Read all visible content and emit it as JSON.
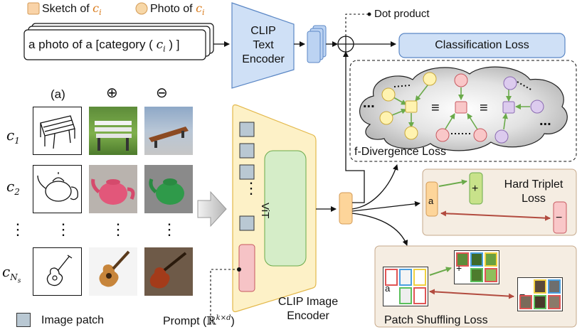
{
  "legend": {
    "sketch_prefix": "Sketch of",
    "photo_prefix": "Photo of",
    "var": "c",
    "var_sub": "i",
    "image_patch": "Image patch",
    "prompt_prefix": "Prompt",
    "prompt_math": "ℝ",
    "prompt_sup": "k×d"
  },
  "text_prompt": {
    "prefix": "a photo of a [category (",
    "var": "c",
    "sub": "i",
    "suffix": ") ]"
  },
  "text_encoder": {
    "line1": "CLIP",
    "line2": "Text",
    "line3": "Encoder"
  },
  "dot_product": "Dot product",
  "classification_loss": "Classification Loss",
  "fdiv": {
    "label": "f-Divergence Loss",
    "ellipsis": "...",
    "equiv": "≡"
  },
  "columns": {
    "a": "(a)",
    "plus": "⊕",
    "minus": "⊖"
  },
  "rows": [
    {
      "var": "c",
      "sub": "1"
    },
    {
      "var": "c",
      "sub": "2"
    },
    {
      "var": "c",
      "sub": "N",
      "subsub": "s"
    }
  ],
  "vdots": "⋮",
  "vit": "ViT",
  "image_encoder": {
    "line1": "CLIP Image",
    "line2": "Encoder"
  },
  "triplet": {
    "line1": "Hard Triplet",
    "line2": "Loss",
    "anchor": "a",
    "plus": "+",
    "minus": "−"
  },
  "shuffle": {
    "label": "Patch Shuffling Loss",
    "anchor": "a",
    "plus": "+",
    "minus": "−"
  },
  "colors": {
    "sketch": "#f9d3a8",
    "photo_legend": "#f7d7a7",
    "encoder_fill": "#cfe0f6",
    "encoder_stroke": "#5b87c5",
    "image_encoder_fill": "#fdf1c7",
    "vit_fill": "#d5edc8",
    "patch_fill": "#b9c8d3",
    "prompt_fill": "#f6c3c6",
    "loss_panel": "#f5ede2",
    "yellow_node": "#fff3b0",
    "orange_node": "#fdd59a",
    "red_node": "#f9c7c8",
    "purple_node": "#dccbee",
    "green_arrow": "#6aaa4a",
    "red_arrow": "#b24b3f"
  }
}
